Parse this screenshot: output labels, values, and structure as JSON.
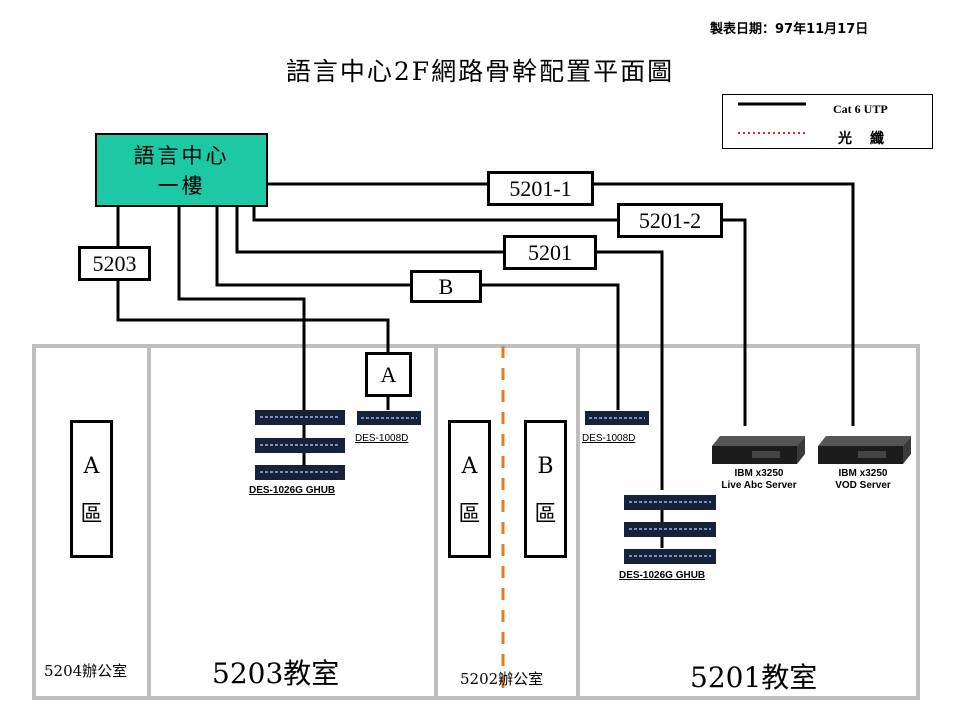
{
  "date_label": "製表日期：97年11月17日",
  "title": "語言中心2F網路骨幹配置平面圖",
  "legend": {
    "copper_label": "Cat 6 UTP",
    "fiber_label": "光纖",
    "copper_color": "#000000",
    "fiber_color": "#e8262a"
  },
  "core": {
    "line1": "語言中心",
    "line2": "一樓",
    "fill": "#1dc8a4"
  },
  "links": {
    "l5201_1": "5201-1",
    "l5201_2": "5201-2",
    "l5201": "5201",
    "lB": "B",
    "l5203": "5203",
    "lA": "A"
  },
  "zones": {
    "z5204a": {
      "line1": "A",
      "line2": "區"
    },
    "z5202a": {
      "line1": "A",
      "line2": "區"
    },
    "z5202b": {
      "line1": "B",
      "line2": "區"
    }
  },
  "devices": {
    "d1008_left": "DES-1008D",
    "d1026_left": "DES-1026G GHUB",
    "d1008_right": "DES-1008D",
    "d1026_right": "DES-1026G GHUB",
    "srv_live_1": "IBM x3250",
    "srv_live_2": "Live Abc Server",
    "srv_vod_1": "IBM x3250",
    "srv_vod_2": "VOD Server"
  },
  "rooms": {
    "r5204": "5204辦公室",
    "r5203": "5203教室",
    "r5202": "5202辦公室",
    "r5201": "5201教室"
  },
  "partition_color": "#e87722"
}
